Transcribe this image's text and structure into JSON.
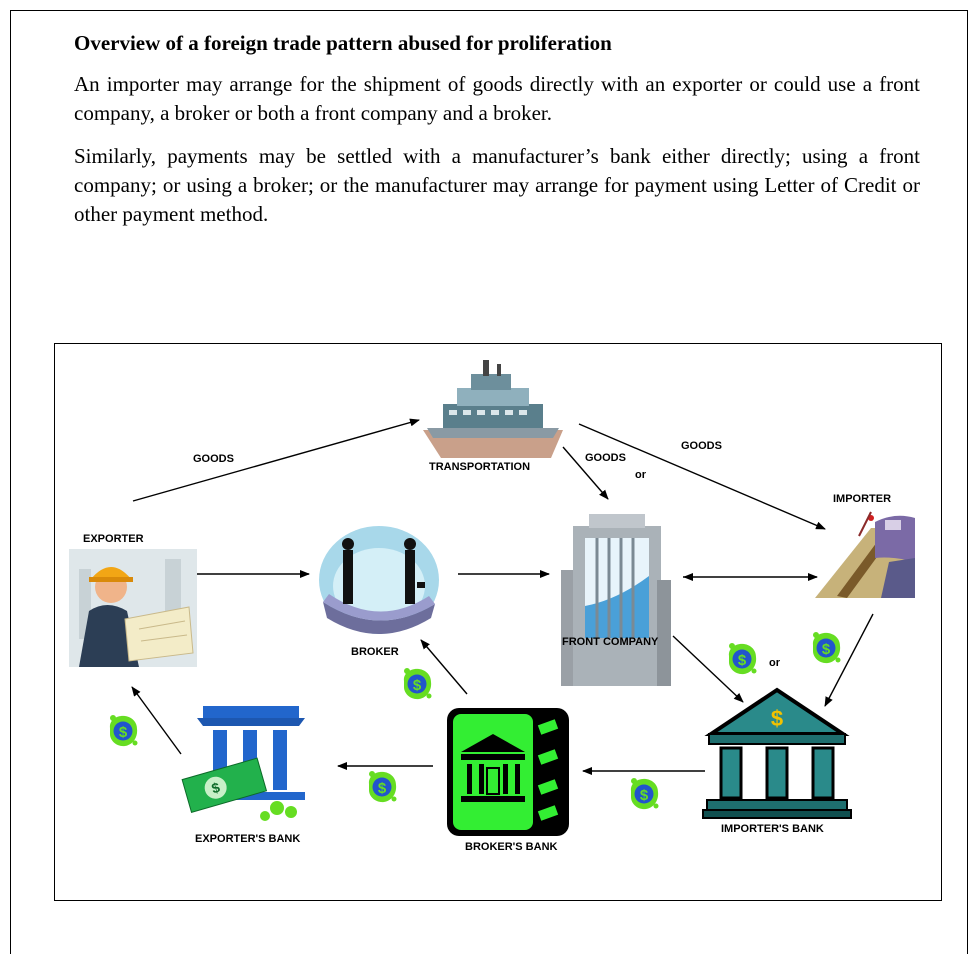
{
  "heading": "Overview of a foreign trade pattern abused for proliferation",
  "paragraphs": [
    "An importer may arrange for the shipment of goods directly with an exporter or could use a front company, a broker or both a front company and a broker.",
    "Similarly, payments may be settled with a manufacturer’s bank either directly; using a front company; or using a broker; or the manufacturer may arrange for payment using Letter of Credit or other payment method."
  ],
  "diagram": {
    "nodes": {
      "exporter": "EXPORTER",
      "transportation": "TRANSPORTATION",
      "importer": "IMPORTER",
      "broker": "BROKER",
      "front_company": "FRONT COMPANY",
      "exporters_bank": "EXPORTER'S BANK",
      "brokers_bank": "BROKER'S BANK",
      "importers_bank": "IMPORTER'S BANK"
    },
    "edge_labels": {
      "goods_left": "GOODS",
      "goods_right": "GOODS",
      "goods_middle": "GOODS",
      "or_top": "or",
      "or_bottom": "or"
    },
    "icons": [
      "ship-icon",
      "worker-icon",
      "businessmen-icon",
      "building-icon",
      "dock-icon",
      "bank-icon",
      "money-icon",
      "dollar-icon"
    ],
    "colors": {
      "dollar_green": "#66dd22",
      "dollar_blue": "#2255cc",
      "bank_green": "#22cc22",
      "bank_teal": "#2a8a8a",
      "bank_blue": "#2266cc"
    }
  }
}
